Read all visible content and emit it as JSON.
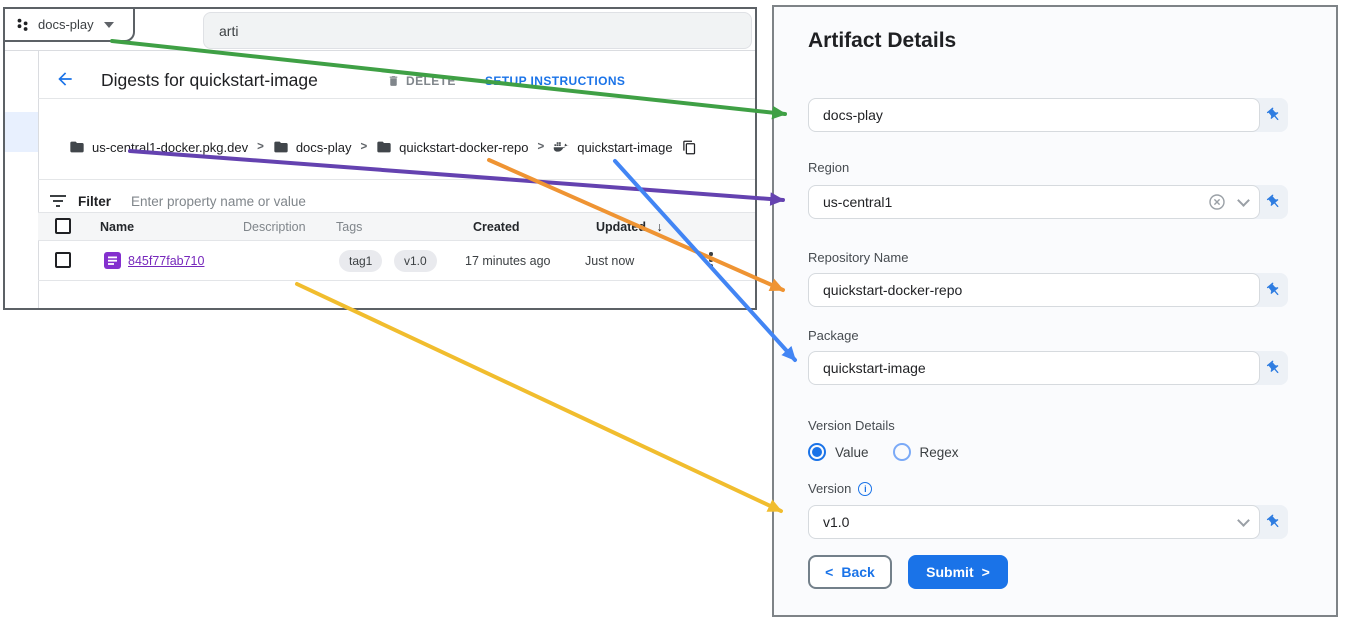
{
  "console": {
    "project_selector": {
      "label": "docs-play"
    },
    "search": {
      "value": "arti"
    },
    "header": {
      "title": "Digests for quickstart-image",
      "delete_label": "DELETE",
      "setup_label": "SETUP INSTRUCTIONS"
    },
    "breadcrumb": {
      "separator": ">",
      "items": [
        {
          "label": "us-central1-docker.pkg.dev"
        },
        {
          "label": "docs-play"
        },
        {
          "label": "quickstart-docker-repo"
        },
        {
          "label": "quickstart-image"
        }
      ]
    },
    "filter": {
      "label": "Filter",
      "placeholder": "Enter property name or value"
    },
    "table": {
      "headers": {
        "name": "Name",
        "description": "Description",
        "tags": "Tags",
        "created": "Created",
        "updated": "Updated"
      },
      "sort_icon": "↓",
      "row": {
        "name": "845f77fab710",
        "tags": [
          "tag1",
          "v1.0"
        ],
        "created": "17 minutes ago",
        "updated": "Just now"
      }
    }
  },
  "panel": {
    "title": "Artifact Details",
    "project_field": {
      "value": "docs-play"
    },
    "region": {
      "label": "Region",
      "value": "us-central1"
    },
    "repository": {
      "label": "Repository Name",
      "value": "quickstart-docker-repo"
    },
    "package": {
      "label": "Package",
      "value": "quickstart-image"
    },
    "version_details": {
      "label": "Version Details",
      "options": [
        {
          "label": "Value",
          "selected": true
        },
        {
          "label": "Regex",
          "selected": false
        }
      ]
    },
    "version": {
      "label": "Version",
      "value": "v1.0",
      "info_icon": "i"
    },
    "buttons": {
      "back_chevron": "<",
      "back": "Back",
      "submit": "Submit",
      "submit_chevron": ">"
    }
  },
  "colors": {
    "accent_blue": "#1a73e8",
    "link_purple": "#7627bb",
    "arrow_green": "#3fa045",
    "arrow_purple": "#6442b0",
    "arrow_orange": "#ef9433",
    "arrow_blue": "#4285f4",
    "arrow_yellow": "#f1bd2e"
  }
}
